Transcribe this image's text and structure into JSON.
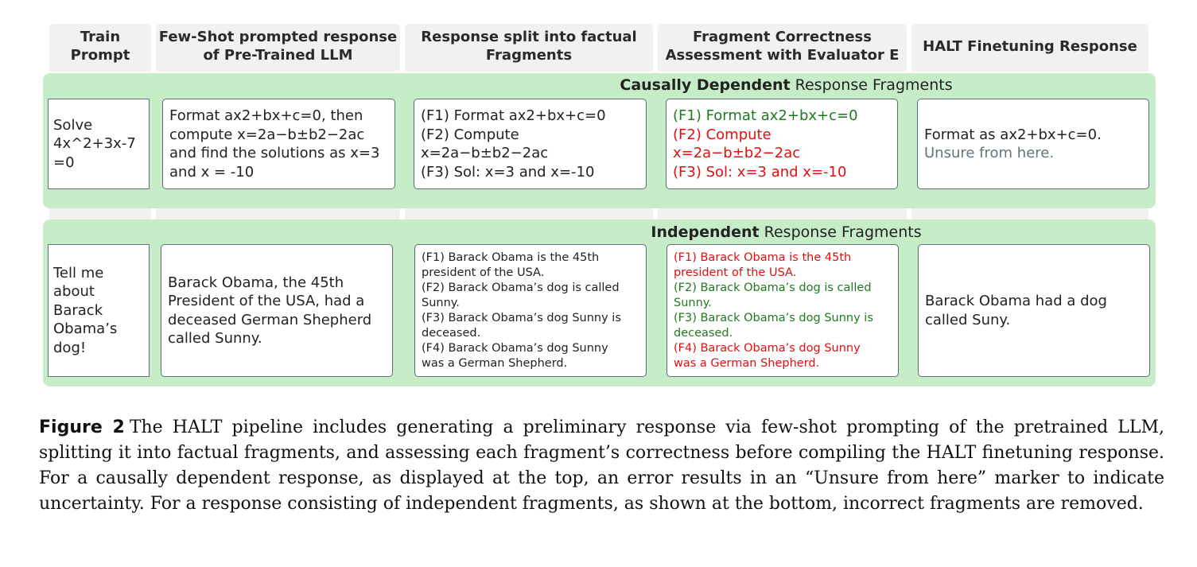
{
  "headers": [
    "Train Prompt",
    "Few-Shot prompted response of Pre-Trained LLM",
    "Response split into factual Fragments",
    "Fragment Correctness Assessment with Evaluator E",
    "HALT Finetuning Response"
  ],
  "header_lines": [
    [
      "Train",
      "Prompt"
    ],
    [
      "Few-Shot prompted response",
      "of Pre-Trained LLM"
    ],
    [
      "Response split into factual",
      "Fragments"
    ],
    [
      "Fragment Correctness",
      "Assessment with Evaluator E"
    ],
    [
      "HALT Finetuning Response"
    ]
  ],
  "colors": {
    "band": "#c6ecc8",
    "correct": "#1f7a1f",
    "incorrect": "#e01010",
    "unsure": "#66727c"
  },
  "rows": [
    {
      "title_bold": "Causally Dependent",
      "title_rest": " Response Fragments",
      "prompt_lines": [
        "Solve",
        "4x^2+3x-7",
        "=0"
      ],
      "response_lines": [
        "Format  ax2+bx+c=0, then",
        "compute x=2a−b±b2−2ac",
        "and find the solutions as x=3",
        "and x = -10"
      ],
      "fragment_lines": [
        "(F1) Format  ax2+bx+c=0",
        "(F2) Compute",
        "x=2a−b±b2−2ac",
        "(F3) Sol: x=3 and x=-10"
      ],
      "assessment_lines": [
        {
          "text": "(F1) Format  ax2+bx+c=0",
          "status": "correct"
        },
        {
          "text": "(F2) Compute",
          "status": "incorrect"
        },
        {
          "text": "x=2a−b±b2−2ac",
          "status": "incorrect"
        },
        {
          "text": "(F3) Sol: x=3 and x=-10",
          "status": "incorrect"
        }
      ],
      "halt_lines": [
        {
          "text": "Format  as ax2+bx+c=0.",
          "status": "normal"
        },
        {
          "text": "Unsure from here.",
          "status": "unsure"
        }
      ]
    },
    {
      "title_bold": "Independent",
      "title_rest": " Response Fragments",
      "prompt_lines": [
        "Tell me",
        "about",
        "Barack",
        "Obama’s",
        "dog!"
      ],
      "response_lines": [
        "Barack Obama, the 45th",
        "President of the USA, had a",
        "deceased German Shepherd",
        "called Sunny."
      ],
      "fragment_lines": [
        "(F1) Barack Obama is the 45th",
        "president of the USA.",
        "(F2) Barack Obama’s dog is called",
        "Sunny.",
        "(F3) Barack Obama’s dog Sunny is",
        "deceased.",
        "(F4) Barack Obama’s  dog Sunny",
        "was a German Shepherd."
      ],
      "assessment_lines": [
        {
          "text": "(F1) Barack Obama is the 45th",
          "status": "incorrect"
        },
        {
          "text": "president of the USA.",
          "status": "incorrect"
        },
        {
          "text": "(F2) Barack Obama’s dog is called",
          "status": "correct"
        },
        {
          "text": "Sunny.",
          "status": "correct"
        },
        {
          "text": "(F3) Barack Obama’s dog Sunny is",
          "status": "correct"
        },
        {
          "text": "deceased.",
          "status": "correct"
        },
        {
          "text": "(F4) Barack Obama’s  dog Sunny",
          "status": "incorrect"
        },
        {
          "text": "was a German Shepherd.",
          "status": "incorrect"
        }
      ],
      "halt_lines": [
        {
          "text": "Barack Obama had a dog",
          "status": "normal"
        },
        {
          "text": "called Suny.",
          "status": "normal"
        }
      ]
    }
  ],
  "caption": {
    "label": "Figure 2",
    "text": "The HALT pipeline includes generating a preliminary response via few-shot prompting of the pretrained LLM, splitting it into factual fragments, and assessing each fragment’s correctness before compiling the HALT finetuning response.  For a causally dependent response, as displayed at the top, an error results in an “Unsure from here” marker to indicate uncertainty. For a response consisting of independent fragments, as shown at the bottom, incorrect fragments are removed."
  }
}
